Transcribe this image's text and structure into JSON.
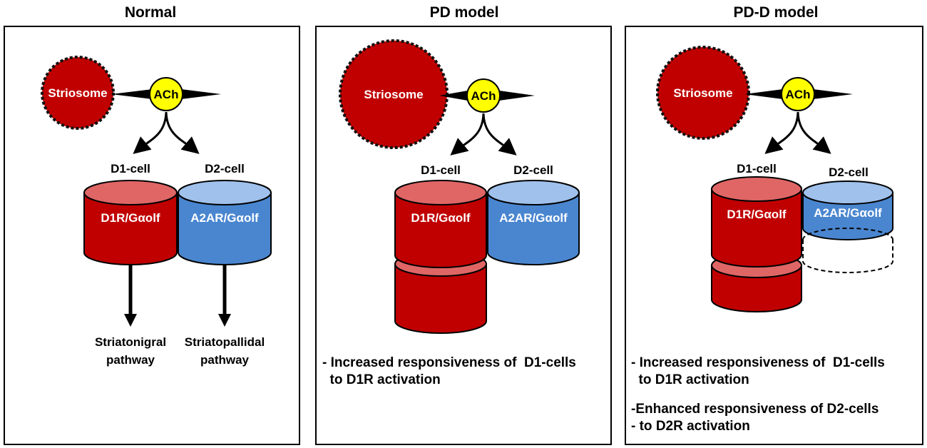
{
  "panels": [
    {
      "title": "Normal",
      "striosome": "Striosome",
      "ach": "ACh",
      "d1_cell": "D1-cell",
      "d2_cell": "D2-cell",
      "d1_receptor": "D1R/Gαolf",
      "d2_receptor": "A2AR/Gαolf",
      "d1_pathway": [
        "Striatonigral",
        "pathway"
      ],
      "d2_pathway": [
        "Striatopallidal",
        "pathway"
      ]
    },
    {
      "title": "PD model",
      "striosome": "Striosome",
      "ach": "ACh",
      "d1_cell": "D1-cell",
      "d2_cell": "D2-cell",
      "d1_receptor": "D1R/Gαolf",
      "d2_receptor": "A2AR/Gαolf",
      "notes": [
        [
          "- Increased responsiveness of  D1-cells",
          "  to D1R activation"
        ]
      ]
    },
    {
      "title": "PD-D model",
      "striosome": "Striosome",
      "ach": "ACh",
      "d1_cell": "D1-cell",
      "d2_cell": "D2-cell",
      "d1_receptor": "D1R/Gαolf",
      "d2_receptor": "A2AR/Gαolf",
      "notes": [
        [
          "- Increased responsiveness of  D1-cells",
          "  to D1R activation"
        ],
        [
          "-Enhanced responsiveness of D2-cells",
          "- to D2R activation"
        ]
      ]
    }
  ],
  "colors": {
    "striosome": "#c00000",
    "ach": "#ffff00",
    "d1_body": "#c00000",
    "d1_top": "#e06666",
    "d2_body": "#4a86d0",
    "d2_top": "#9fc1ec"
  }
}
